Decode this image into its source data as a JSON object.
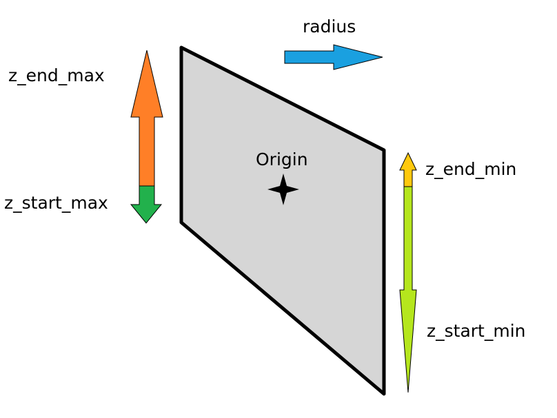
{
  "labels": {
    "radius": "radius",
    "z_end_max": "z_end_max",
    "z_start_max": "z_start_max",
    "origin": "Origin",
    "z_end_min": "z_end_min",
    "z_start_min": "z_start_min"
  },
  "colors": {
    "plane_fill": "#d6d6d6",
    "plane_stroke": "#000000",
    "radius_arrow": "#1aa0e0",
    "z_end_max_arrow": "#ff7f27",
    "z_start_max_arrow": "#22b14c",
    "z_end_min_arrow": "#ffc90e",
    "z_start_min_arrow": "#b5e61d",
    "origin_marker": "#000000"
  },
  "icons": {
    "origin": "four-point-star"
  }
}
